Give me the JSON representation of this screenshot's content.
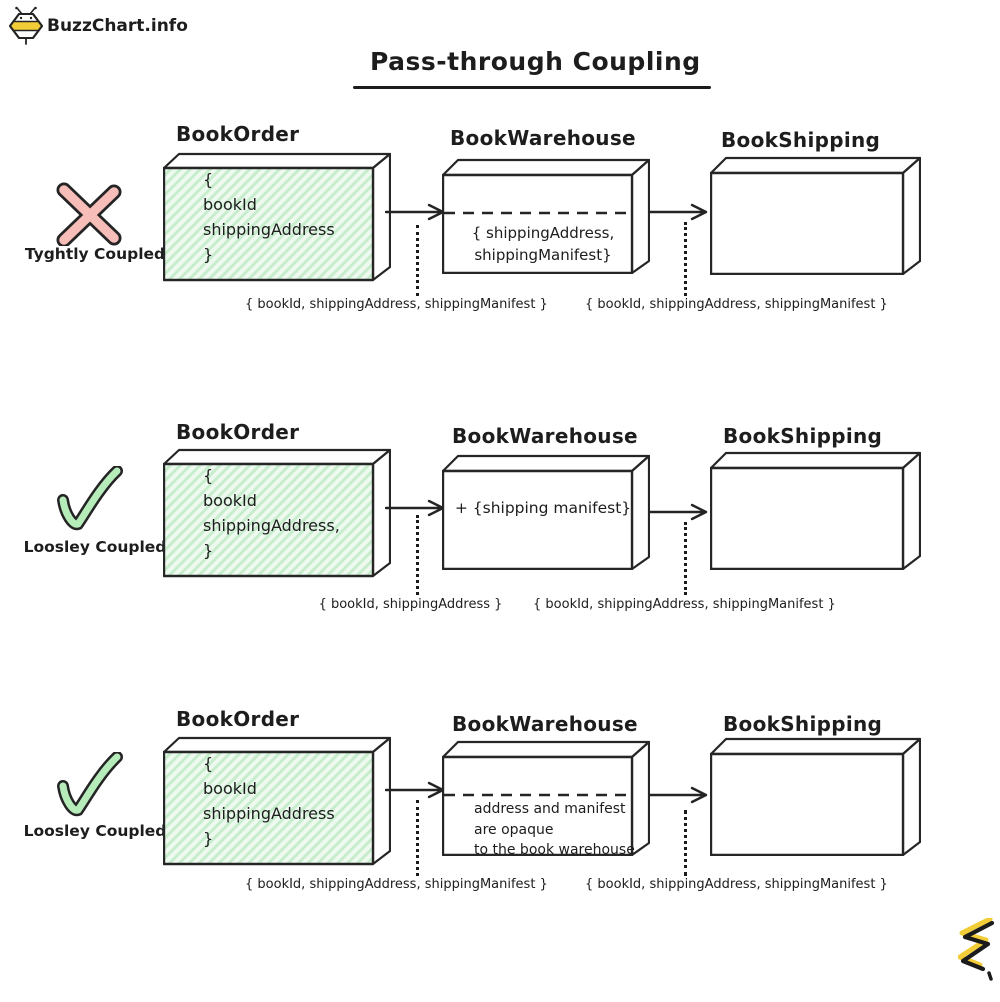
{
  "header": {
    "logo_text": "BuzzChart.info",
    "title": "Pass-through Coupling"
  },
  "colors": {
    "ink": "#242424",
    "green_fill": "#eefaf0",
    "green_hatch": "#c8edcd",
    "check_green": "#b5ecb9",
    "cross_pink": "#f7bdb9",
    "bee_yellow": "#f2cd37"
  },
  "icons": {
    "logo": "bee-icon",
    "row1_status": "cross-icon",
    "row2_status": "check-icon",
    "row3_status": "check-icon",
    "corner": "squiggle-icon"
  },
  "rows": [
    {
      "status": {
        "icon": "cross-icon",
        "label": "Tyghtly Coupled"
      },
      "boxes": [
        {
          "title": "BookOrder",
          "fill": "green-hatched",
          "lines": [
            "{",
            "bookId",
            "shippingAddress",
            "}"
          ]
        },
        {
          "title": "BookWarehouse",
          "fill": "white",
          "passthrough_dashed": true,
          "lines": [
            "{ shippingAddress,",
            "shippingManifest}"
          ]
        },
        {
          "title": "BookShipping",
          "fill": "white",
          "lines": []
        }
      ],
      "annotations": [
        "{ bookId, shippingAddress, shippingManifest }",
        "{ bookId, shippingAddress, shippingManifest }"
      ]
    },
    {
      "status": {
        "icon": "check-icon",
        "label": "Loosley Coupled"
      },
      "boxes": [
        {
          "title": "BookOrder",
          "fill": "green-hatched",
          "lines": [
            "{",
            "bookId",
            "shippingAddress,",
            "}"
          ]
        },
        {
          "title": "BookWarehouse",
          "fill": "white",
          "passthrough_dashed": false,
          "lines": [
            "+ {shipping manifest}"
          ]
        },
        {
          "title": "BookShipping",
          "fill": "white",
          "lines": []
        }
      ],
      "annotations": [
        "{ bookId, shippingAddress }",
        "{ bookId, shippingAddress, shippingManifest }"
      ]
    },
    {
      "status": {
        "icon": "check-icon",
        "label": "Loosley Coupled"
      },
      "boxes": [
        {
          "title": "BookOrder",
          "fill": "green-hatched",
          "lines": [
            "{",
            "bookId",
            "shippingAddress",
            "}"
          ]
        },
        {
          "title": "BookWarehouse",
          "fill": "white",
          "passthrough_dashed": true,
          "lines": [
            "address and manifest",
            "are opaque",
            "to the book warehouse"
          ]
        },
        {
          "title": "BookShipping",
          "fill": "white",
          "lines": []
        }
      ],
      "annotations": [
        "{ bookId, shippingAddress, shippingManifest }",
        "{ bookId, shippingAddress, shippingManifest }"
      ]
    }
  ]
}
